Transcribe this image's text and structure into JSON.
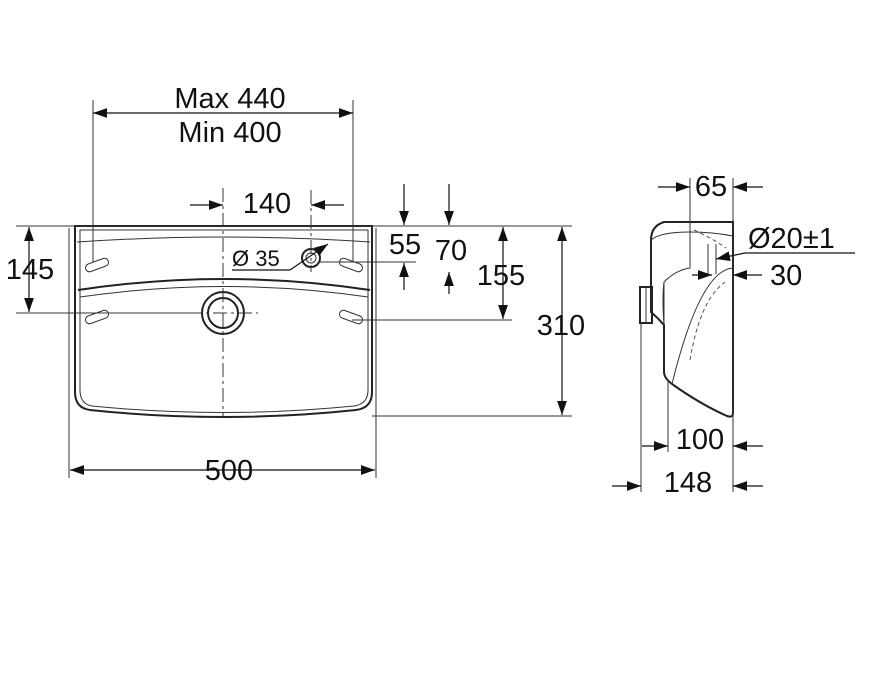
{
  "front_view": {
    "bracket_spacing_max": "Max 440",
    "bracket_spacing_min": "Min 400",
    "inlet_offset": "140",
    "inlet_diameter": "Ø 35",
    "inlet_height_1": "55",
    "inlet_height_2": "70",
    "outlet_height": "145",
    "bracket_height": "155",
    "total_height": "310",
    "total_width": "500"
  },
  "side_view": {
    "top_depth": "65",
    "hole_diameter": "Ø20±1",
    "hole_offset": "30",
    "bottom_depth": "100",
    "total_depth": "148"
  },
  "colors": {
    "line": "#222222",
    "background": "#ffffff"
  }
}
